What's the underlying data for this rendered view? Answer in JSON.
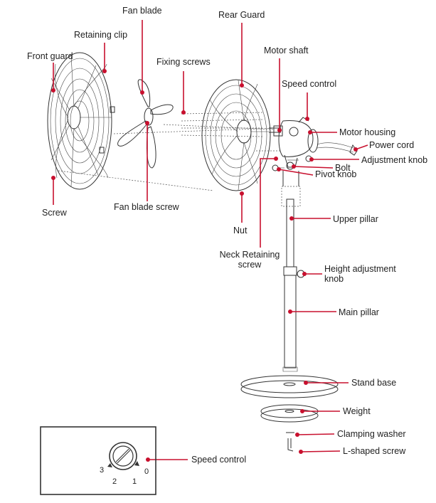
{
  "labels": {
    "fan_blade": "Fan blade",
    "rear_guard": "Rear Guard",
    "retaining_clip": "Retaining clip",
    "front_guard": "Front guard",
    "fixing_screws": "Fixing screws",
    "motor_shaft": "Motor shaft",
    "speed_control": "Speed control",
    "motor_housing": "Motor housing",
    "power_cord": "Power cord",
    "adjustment_knob": "Adjustment knob",
    "bolt": "Bolt",
    "pivot_knob": "Pivot knob",
    "screw": "Screw",
    "fan_blade_screw": "Fan blade screw",
    "nut": "Nut",
    "upper_pillar": "Upper pillar",
    "neck_retaining_screw": "Neck Retaining\nscrew",
    "height_adjustment_knob": "Height adjustment\nknob",
    "main_pillar": "Main pillar",
    "stand_base": "Stand base",
    "weight": "Weight",
    "clamping_washer": "Clamping washer",
    "l_shaped_screw": "L-shaped screw",
    "speed_control_inset": "Speed control"
  },
  "dial_settings": [
    "3",
    "2",
    "1",
    "0"
  ],
  "colors": {
    "leader": "#c8102e",
    "line_art": "#333333",
    "text": "#222222"
  }
}
